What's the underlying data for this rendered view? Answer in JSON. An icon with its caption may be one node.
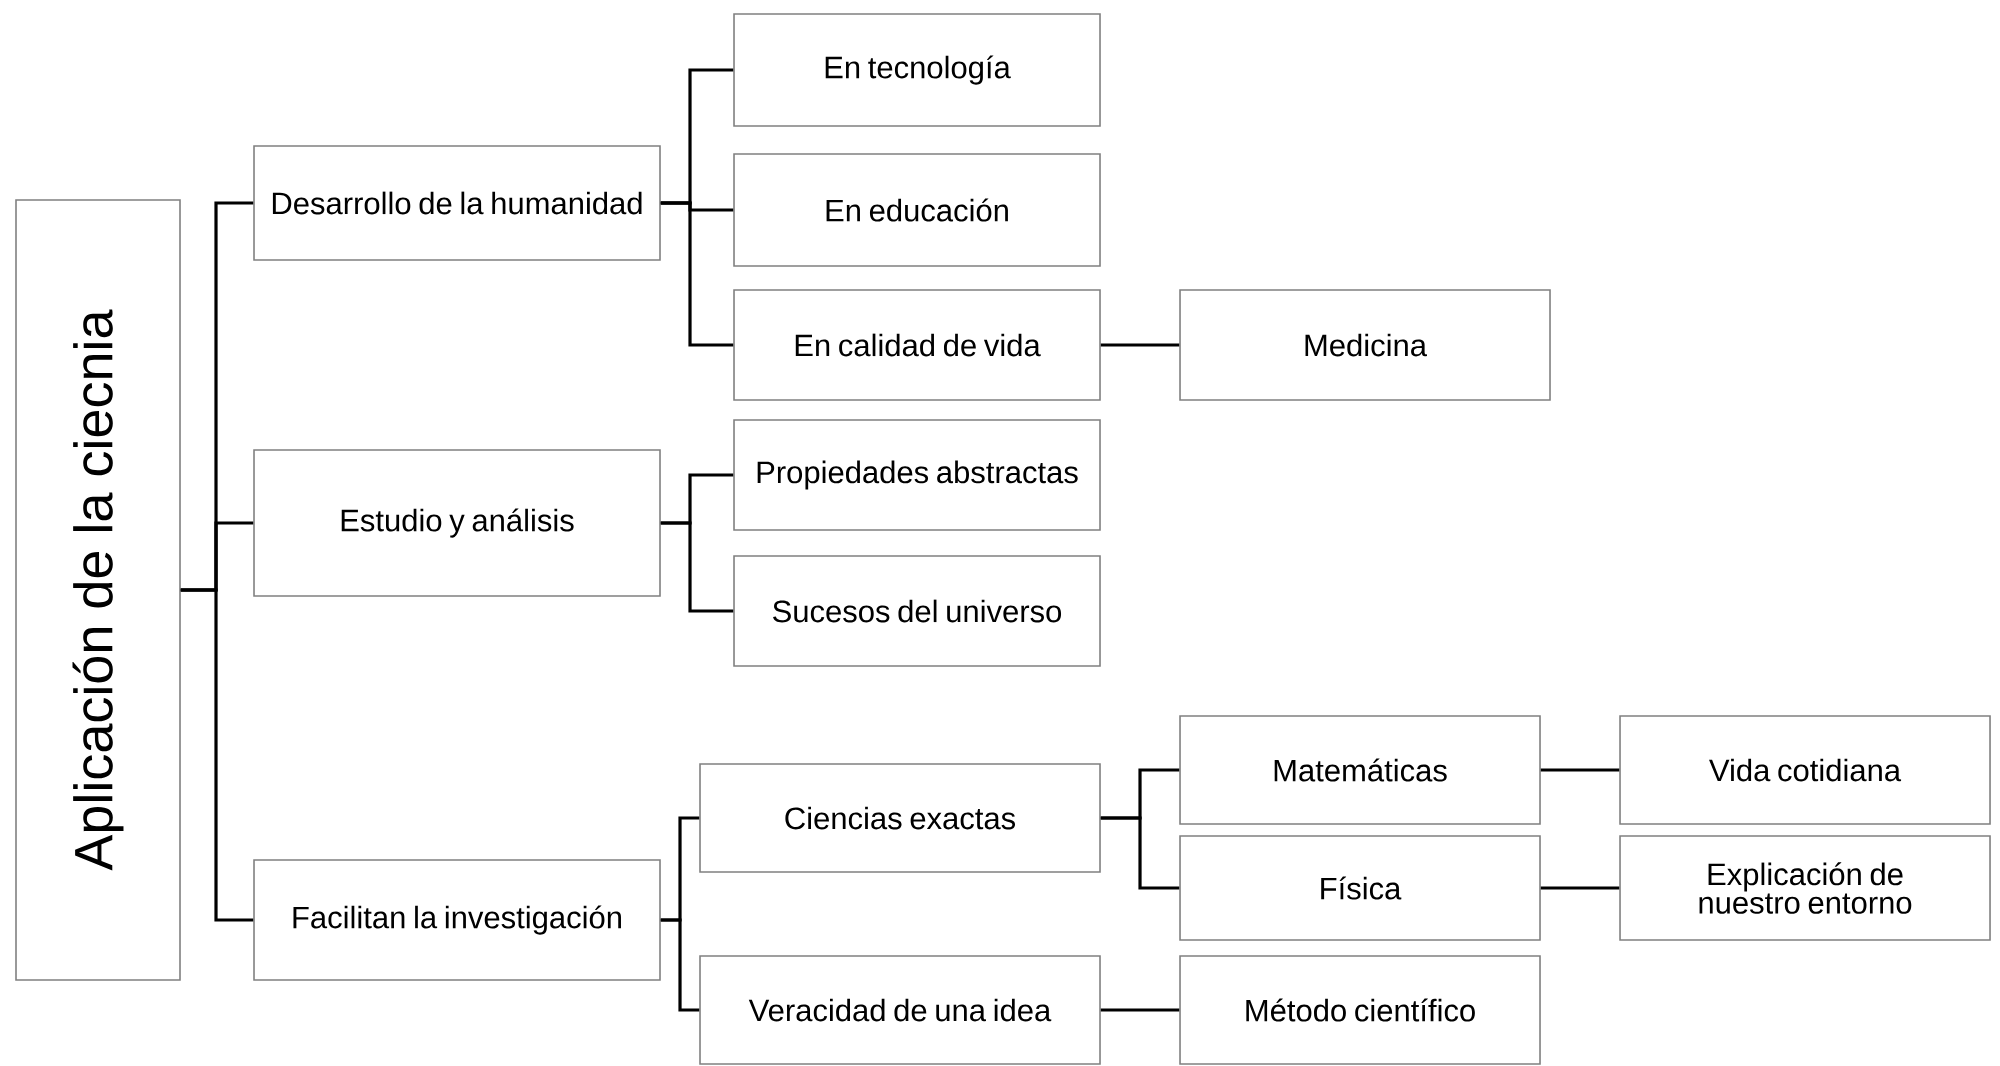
{
  "diagram": {
    "nodes": [
      {
        "text": [
          "Aplicación de la ciecnia"
        ]
      },
      {
        "text": [
          "Desarrollo de la humanidad"
        ]
      },
      {
        "text": [
          "En tecnología"
        ]
      },
      {
        "text": [
          "En educación"
        ]
      },
      {
        "text": [
          "En calidad de vida"
        ]
      },
      {
        "text": [
          "Medicina"
        ]
      },
      {
        "text": [
          "Estudio y análisis"
        ]
      },
      {
        "text": [
          "Propiedades abstractas"
        ]
      },
      {
        "text": [
          "Sucesos del universo"
        ]
      },
      {
        "text": [
          "Facilitan la investigación"
        ]
      },
      {
        "text": [
          "Ciencias exactas"
        ]
      },
      {
        "text": [
          "Matemáticas"
        ]
      },
      {
        "text": [
          "Vida cotidiana"
        ]
      },
      {
        "text": [
          "Física"
        ]
      },
      {
        "text": [
          "Explicación de nuestro entorno"
        ]
      },
      {
        "text": [
          "Veracidad de una idea"
        ]
      },
      {
        "text": [
          "Método científico"
        ]
      }
    ],
    "edges": [
      {
        "from": 0,
        "to": 1,
        "arrow": "none"
      },
      {
        "from": 0,
        "to": 6,
        "arrow": "none"
      },
      {
        "from": 0,
        "to": 9,
        "arrow": "none"
      },
      {
        "from": 1,
        "to": 2,
        "arrow": "none"
      },
      {
        "from": 1,
        "to": 3,
        "arrow": "none"
      },
      {
        "from": 1,
        "to": 4,
        "arrow": "none"
      },
      {
        "from": 4,
        "to": 5,
        "arrow": "none"
      },
      {
        "from": 6,
        "to": 7,
        "arrow": "none"
      },
      {
        "from": 6,
        "to": 8,
        "arrow": "none"
      },
      {
        "from": 9,
        "to": 10,
        "arrow": "none"
      },
      {
        "from": 9,
        "to": 15,
        "arrow": "none"
      },
      {
        "from": 10,
        "to": 11,
        "arrow": "none"
      },
      {
        "from": 10,
        "to": 13,
        "arrow": "none"
      },
      {
        "from": 11,
        "to": 12,
        "arrow": "none"
      },
      {
        "from": 13,
        "to": 14,
        "arrow": "none"
      },
      {
        "from": 15,
        "to": 16,
        "arrow": "none"
      }
    ]
  }
}
